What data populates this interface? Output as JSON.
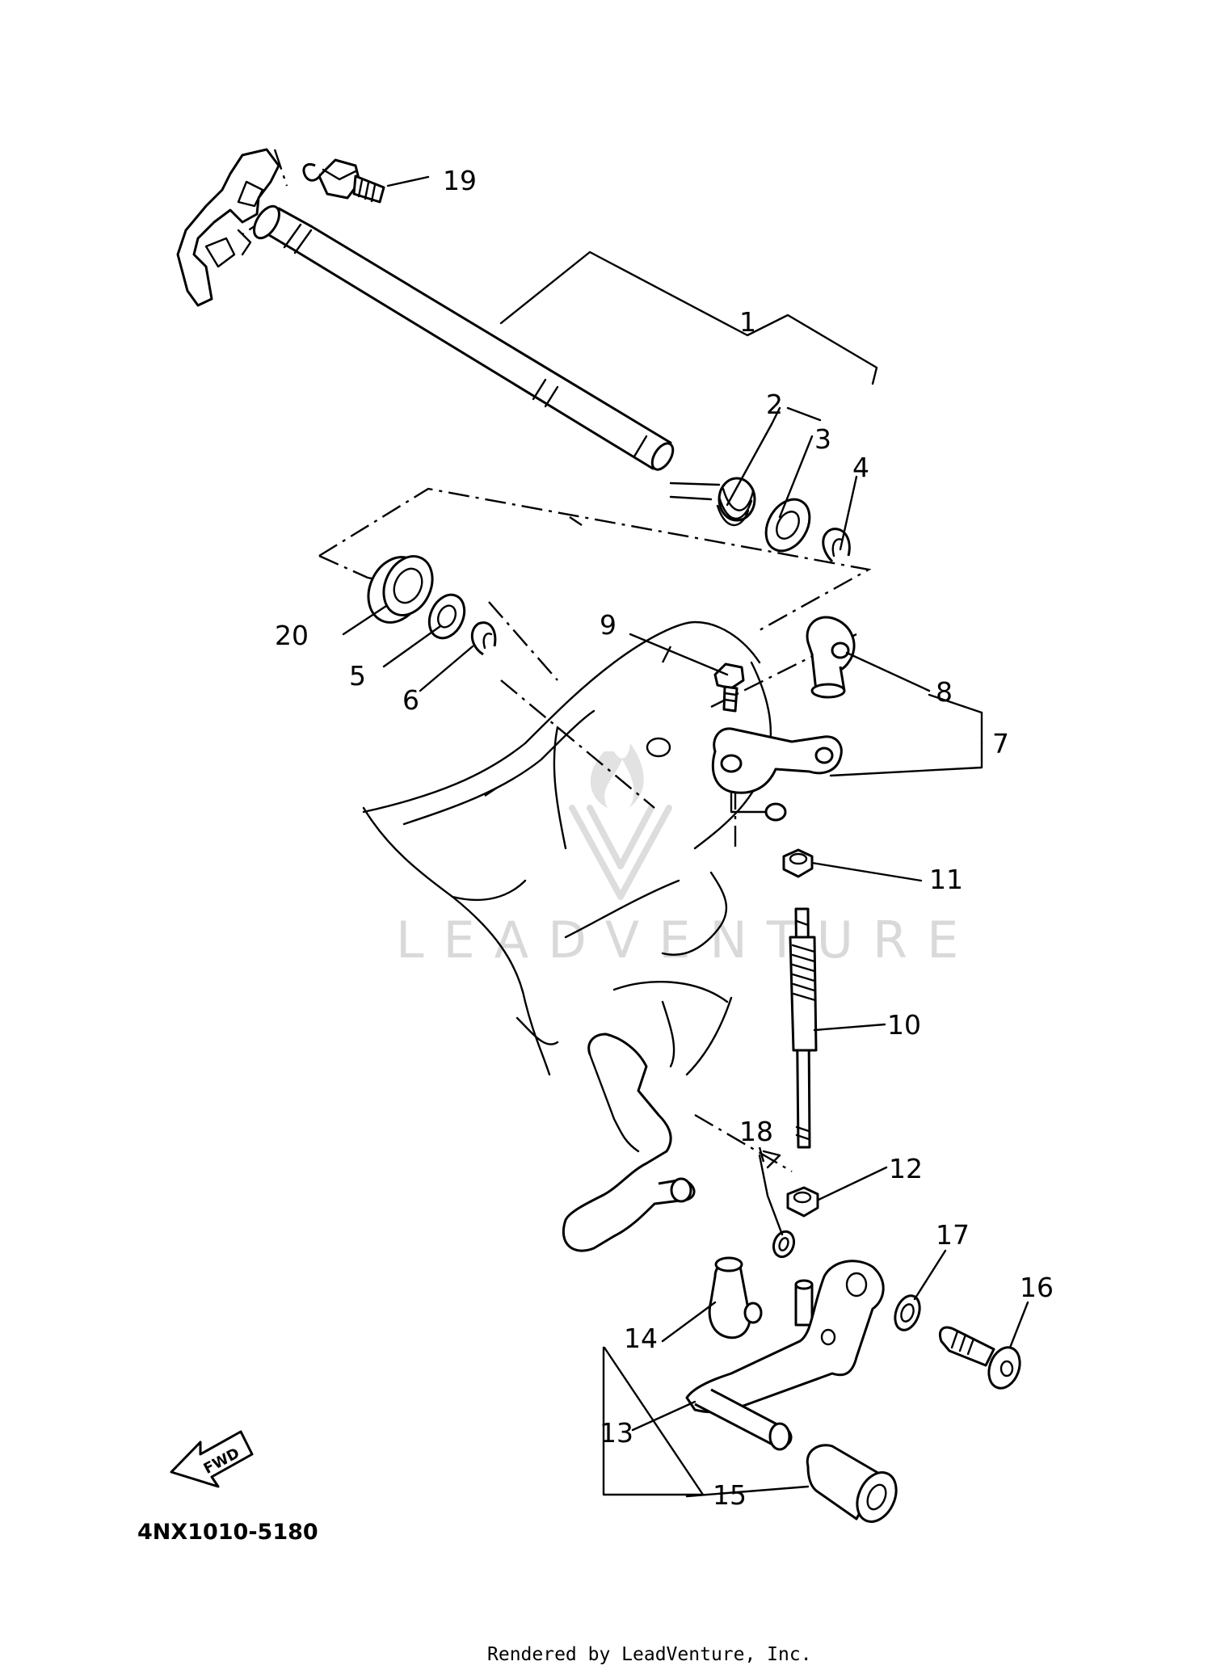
{
  "diagram": {
    "callouts": [
      "1",
      "2",
      "3",
      "4",
      "5",
      "6",
      "7",
      "8",
      "9",
      "10",
      "11",
      "12",
      "13",
      "14",
      "15",
      "16",
      "17",
      "18",
      "19",
      "20"
    ],
    "forward_marker": "FWD",
    "part_code": "4NX1010-5180",
    "watermark": "LEADVENTURE",
    "footer": "Rendered by LeadVenture, Inc."
  }
}
